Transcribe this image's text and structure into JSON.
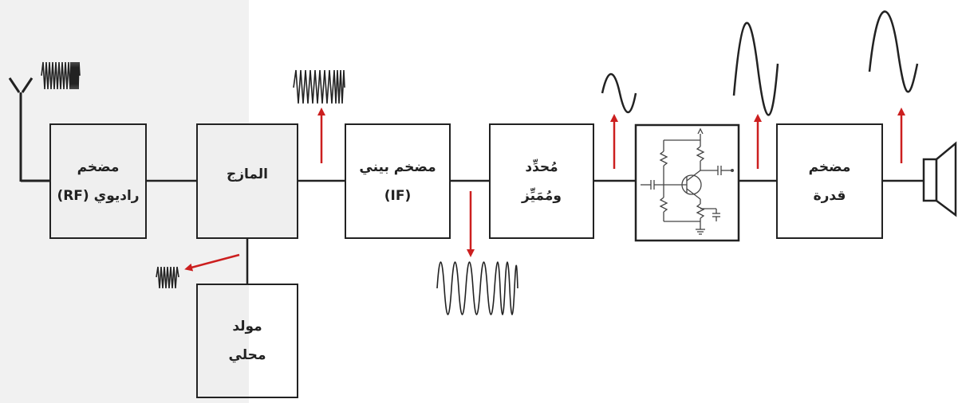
{
  "blocks": {
    "rf_amp": {
      "line1": "مضخم",
      "line2": "راديوي  (RF)"
    },
    "mixer": {
      "line1": "المازج"
    },
    "if_amp": {
      "line1": "مضخم بيني",
      "line2": "(IF)"
    },
    "limiter": {
      "line1": "مُحدِّد",
      "line2": "ومُمَيِّز"
    },
    "power_amp": {
      "line1": "مضخم",
      "line2": "قدرة"
    },
    "oscillator": {
      "line1": "مولد",
      "line2": "محلي"
    }
  },
  "colors": {
    "arrow": "#cc1f1f",
    "line": "#222222",
    "shade": "#f1f1f1"
  },
  "icons": [
    "antenna-icon",
    "speaker-icon",
    "transistor-circuit-icon"
  ]
}
